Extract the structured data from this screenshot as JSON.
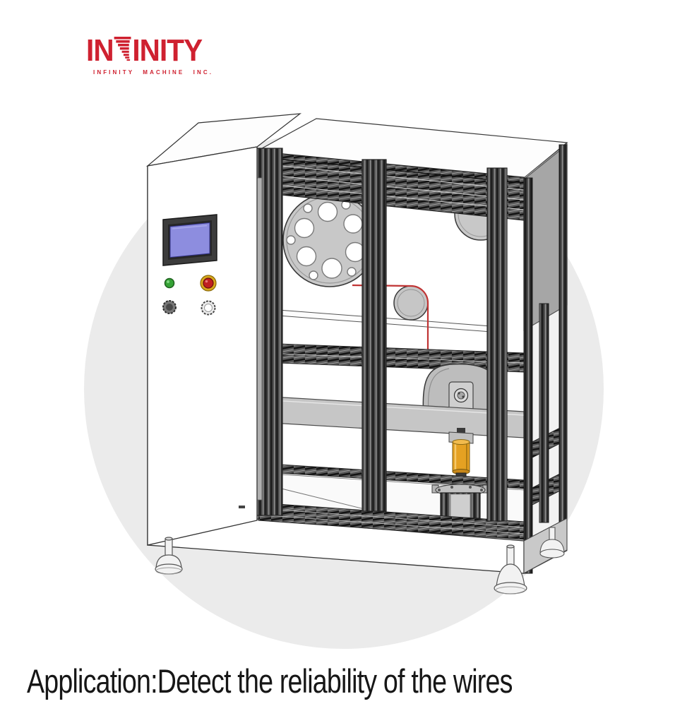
{
  "page": {
    "background_color": "#ffffff",
    "stage_circle_color": "#ebebeb"
  },
  "logo": {
    "wordmark_left": "IN",
    "wordmark_right": "INITY",
    "wordmark_full": "INFINITY",
    "tagline": "INFINITY MACHINE INC.",
    "brand_color": "#cf2130"
  },
  "caption": {
    "text": "Application:Detect the reliability of the wires",
    "color": "#161616"
  },
  "machine": {
    "description": "Isometric CAD rendering of a wire reliability testing machine",
    "colors": {
      "frame_extrusion": "#5a5a5a",
      "side_panel_gray": "#a6a6a6",
      "pulley_gray": "#c8c8c8",
      "hmi_screen_blue": "#8d8ddf",
      "hmi_bezel": "#3c3c3c",
      "indicator_green": "#36a336",
      "estop_red": "#c02020",
      "estop_ring_yellow": "#d9a81c",
      "load_cylinder_orange": "#e5a122",
      "test_wire_red": "#c03434",
      "base_white": "#ffffff"
    }
  }
}
